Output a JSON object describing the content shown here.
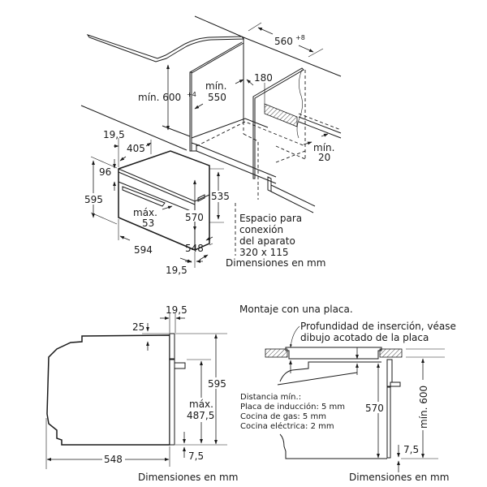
{
  "iso_view": {
    "niche_height": "mín. 600",
    "niche_height_tol": "+4",
    "niche_depth_label": "mín.",
    "niche_depth_value": "550",
    "niche_width": "560",
    "niche_width_tol": "+8",
    "rear_gap": "180",
    "rear_vent_label": "mín.",
    "rear_vent_value": "20",
    "front_overhang": "19,5",
    "oven_depth_top": "405",
    "panel_height": "96",
    "oven_height": "595",
    "handle_label": "máx.",
    "handle_value": "53",
    "body_height": "570",
    "rear_height": "535",
    "oven_width": "594",
    "oven_depth": "548",
    "bottom_overhang": "19,5",
    "connection_space_lines": [
      "Espacio para",
      "conexión",
      "del aparato",
      "320 x 115"
    ],
    "units_note": "Dimensiones en mm"
  },
  "side_view": {
    "front_thickness": "19,5",
    "top_gap": "25",
    "total_height": "595",
    "door_label": "máx.",
    "door_value": "487,5",
    "bottom_gap": "7,5",
    "depth": "548",
    "units_note": "Dimensiones en mm"
  },
  "hob_view": {
    "title": "Montaje con una placa.",
    "callout_lines": [
      "Profundidad de inserción, véase",
      "dibujo acotado de la placa"
    ],
    "distance_title": "Distancia mín.:",
    "distances": [
      "Placa de inducción: 5 mm",
      "Cocina de gas: 5 mm",
      "Cocina eléctrica: 2 mm"
    ],
    "body_height": "570",
    "niche_height": "mín. 600",
    "bottom_gap": "7,5",
    "units_note": "Dimensiones en mm"
  }
}
